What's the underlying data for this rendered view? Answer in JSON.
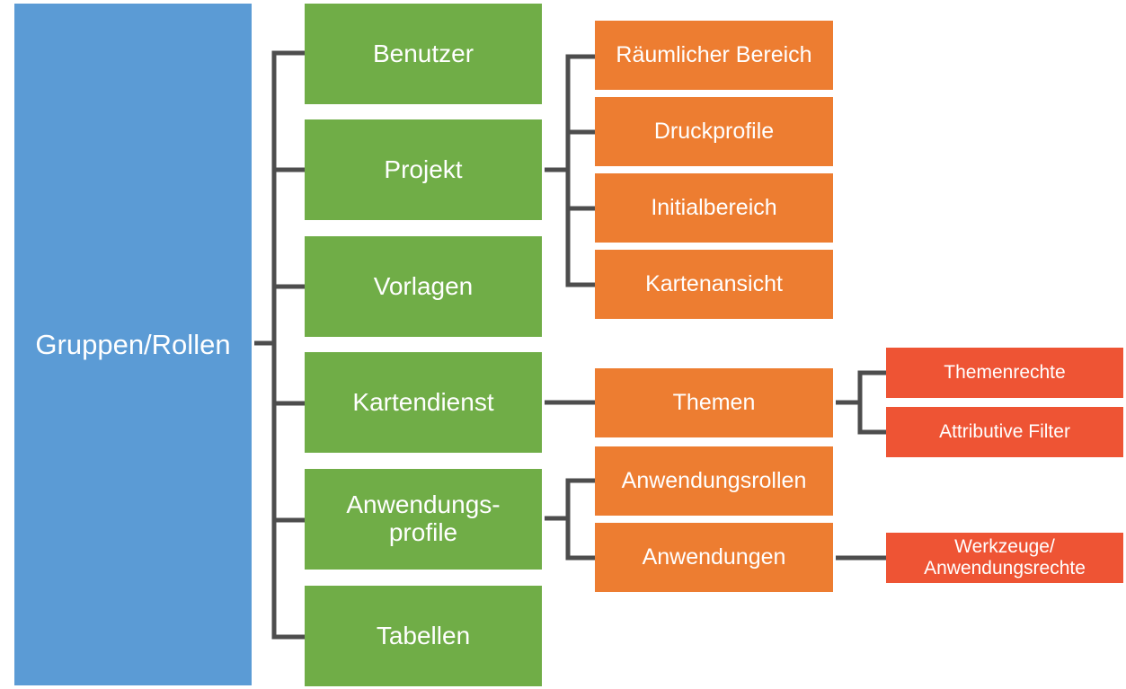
{
  "root": {
    "label": "Gruppen/Rollen",
    "color": "#5b9bd5"
  },
  "level1": [
    {
      "id": "benutzer",
      "label": "Benutzer"
    },
    {
      "id": "projekt",
      "label": "Projekt"
    },
    {
      "id": "vorlagen",
      "label": "Vorlagen"
    },
    {
      "id": "kartendienst",
      "label": "Kartendienst"
    },
    {
      "id": "anwendungsprofile",
      "line1": "Anwendungs-",
      "line2": "profile"
    },
    {
      "id": "tabellen",
      "label": "Tabellen"
    }
  ],
  "level2": {
    "projekt": [
      "Räumlicher Bereich",
      "Druckprofile",
      "Initialbereich",
      "Kartenansicht"
    ],
    "kartendienst": [
      "Themen"
    ],
    "anwendungsprofile": [
      "Anwendungsrollen",
      "Anwendungen"
    ]
  },
  "level3": {
    "themen": [
      "Themenrechte",
      "Attributive Filter"
    ],
    "anwendungen": {
      "line1": "Werkzeuge/",
      "line2": "Anwendungsrechte"
    }
  },
  "colors": {
    "level1": "#70ad47",
    "level2": "#ed7d31",
    "level3": "#ee5434",
    "connector": "#4d4d4d"
  }
}
